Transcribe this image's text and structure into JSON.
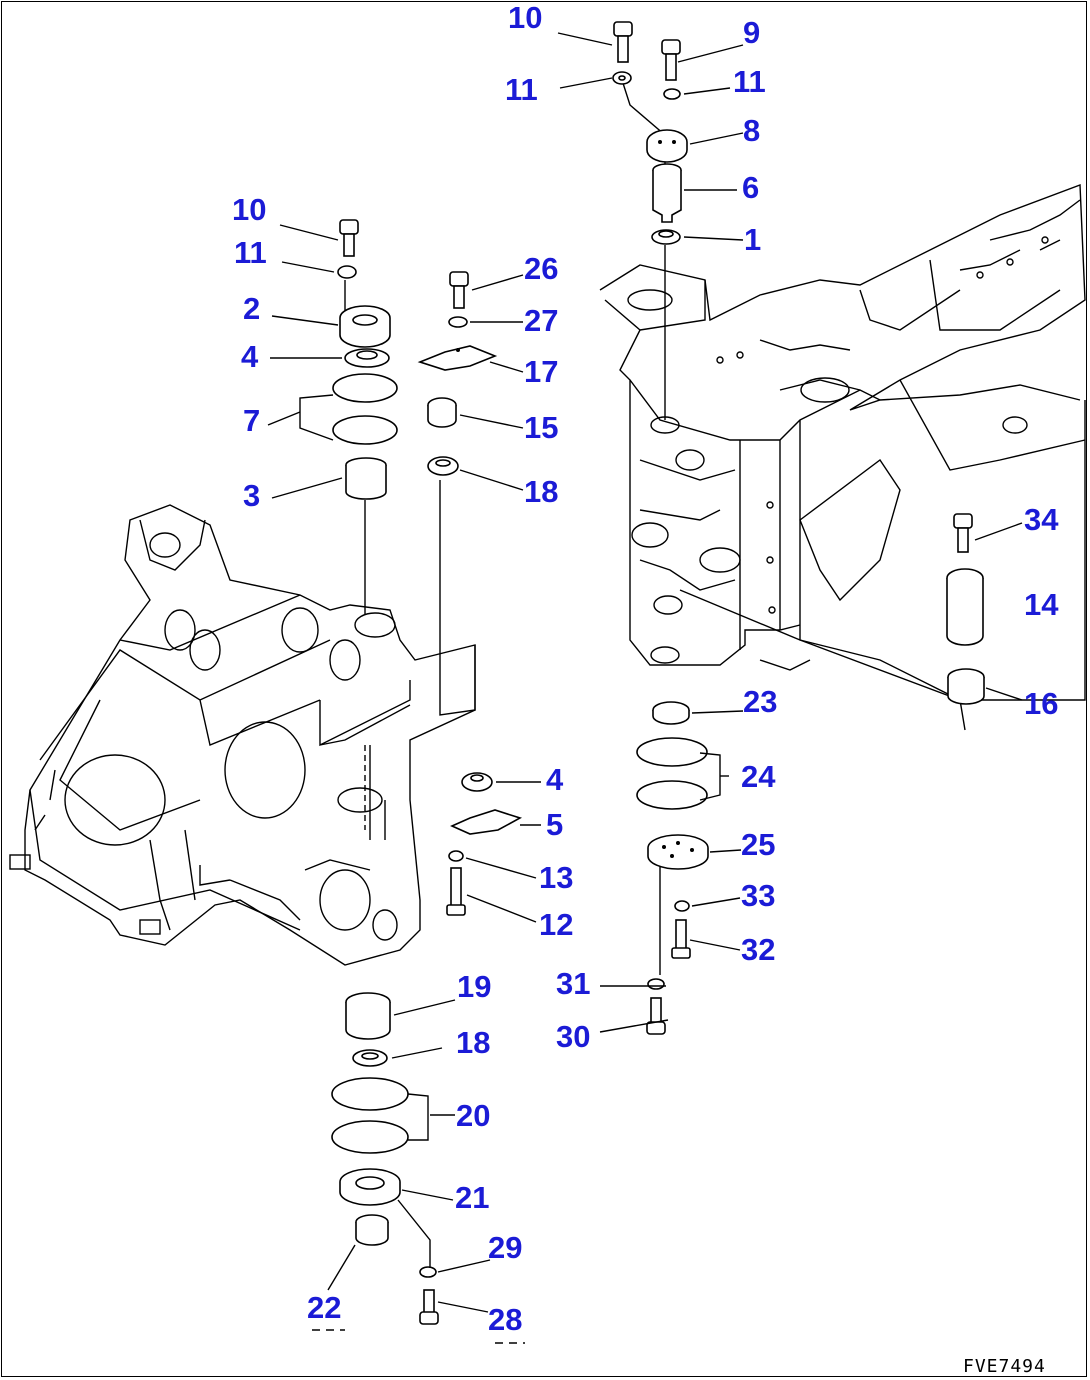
{
  "drawing": {
    "code": "FVE7494",
    "callouts": [
      {
        "id": "c10a",
        "text": "10"
      },
      {
        "id": "c9",
        "text": "9"
      },
      {
        "id": "c11a",
        "text": "11"
      },
      {
        "id": "c11b",
        "text": "11"
      },
      {
        "id": "c8",
        "text": "8"
      },
      {
        "id": "c6",
        "text": "6"
      },
      {
        "id": "c1",
        "text": "1"
      },
      {
        "id": "c10b",
        "text": "10"
      },
      {
        "id": "c11c",
        "text": "11"
      },
      {
        "id": "c26",
        "text": "26"
      },
      {
        "id": "c2",
        "text": "2"
      },
      {
        "id": "c27",
        "text": "27"
      },
      {
        "id": "c4a",
        "text": "4"
      },
      {
        "id": "c17",
        "text": "17"
      },
      {
        "id": "c7",
        "text": "7"
      },
      {
        "id": "c15",
        "text": "15"
      },
      {
        "id": "c3",
        "text": "3"
      },
      {
        "id": "c18a",
        "text": "18"
      },
      {
        "id": "c34",
        "text": "34"
      },
      {
        "id": "c14",
        "text": "14"
      },
      {
        "id": "c16",
        "text": "16"
      },
      {
        "id": "c23",
        "text": "23"
      },
      {
        "id": "c24",
        "text": "24"
      },
      {
        "id": "c4b",
        "text": "4"
      },
      {
        "id": "c5",
        "text": "5"
      },
      {
        "id": "c25",
        "text": "25"
      },
      {
        "id": "c13",
        "text": "13"
      },
      {
        "id": "c33",
        "text": "33"
      },
      {
        "id": "c12",
        "text": "12"
      },
      {
        "id": "c32",
        "text": "32"
      },
      {
        "id": "c19",
        "text": "19"
      },
      {
        "id": "c31",
        "text": "31"
      },
      {
        "id": "c18b",
        "text": "18"
      },
      {
        "id": "c30",
        "text": "30"
      },
      {
        "id": "c20",
        "text": "20"
      },
      {
        "id": "c21",
        "text": "21"
      },
      {
        "id": "c29",
        "text": "29"
      },
      {
        "id": "c22",
        "text": "22"
      },
      {
        "id": "c28",
        "text": "28"
      }
    ]
  }
}
